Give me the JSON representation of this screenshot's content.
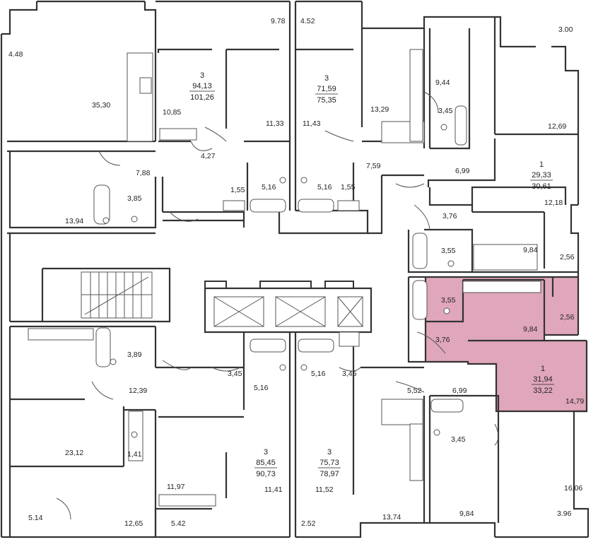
{
  "colors": {
    "highlight": "#e0a6bb",
    "wall": "#333333",
    "background": "#ffffff"
  },
  "icons": [
    "bathtub-icon",
    "toilet-icon",
    "sink-icon",
    "stove-icon",
    "stairs-icon",
    "elevator-icon",
    "door-swing-icon"
  ],
  "apartments": [
    {
      "id": "a1",
      "rooms": "3",
      "area": "94,13",
      "total": "101,26",
      "highlighted": false
    },
    {
      "id": "a2",
      "rooms": "3",
      "area": "71,59",
      "total": "75,35",
      "highlighted": false
    },
    {
      "id": "a3",
      "rooms": "1",
      "area": "29,33",
      "total": "30,61",
      "highlighted": false
    },
    {
      "id": "a4",
      "rooms": "1",
      "area": "31,94",
      "total": "33,22",
      "highlighted": true
    },
    {
      "id": "a5",
      "rooms": "3",
      "area": "85,45",
      "total": "90,73",
      "highlighted": false
    },
    {
      "id": "a6",
      "rooms": "3",
      "area": "75,73",
      "total": "78,97",
      "highlighted": false
    }
  ],
  "room_areas": [
    "4.48",
    "35,30",
    "9.78",
    "10,85",
    "11,33",
    "4.52",
    "11,43",
    "13,29",
    "9,44",
    "3,45",
    "3.00",
    "12,69",
    "7,88",
    "3,85",
    "13,94",
    "4,27",
    "1,55",
    "5,16",
    "5,16",
    "1,55",
    "7,59",
    "6,99",
    "12,18",
    "3,76",
    "3,55",
    "9,84",
    "2,56",
    "3,55",
    "9,84",
    "2,56",
    "3,76",
    "14,79",
    "3,89",
    "12,39",
    "3,45",
    "5,16",
    "5,16",
    "3,45",
    "5,52",
    "6,99",
    "23,12",
    "1,41",
    "3,45",
    "11,97",
    "11,41",
    "11,52",
    "16,06",
    "5.14",
    "12,65",
    "5.42",
    "2.52",
    "13,74",
    "9,84",
    "3.96"
  ]
}
